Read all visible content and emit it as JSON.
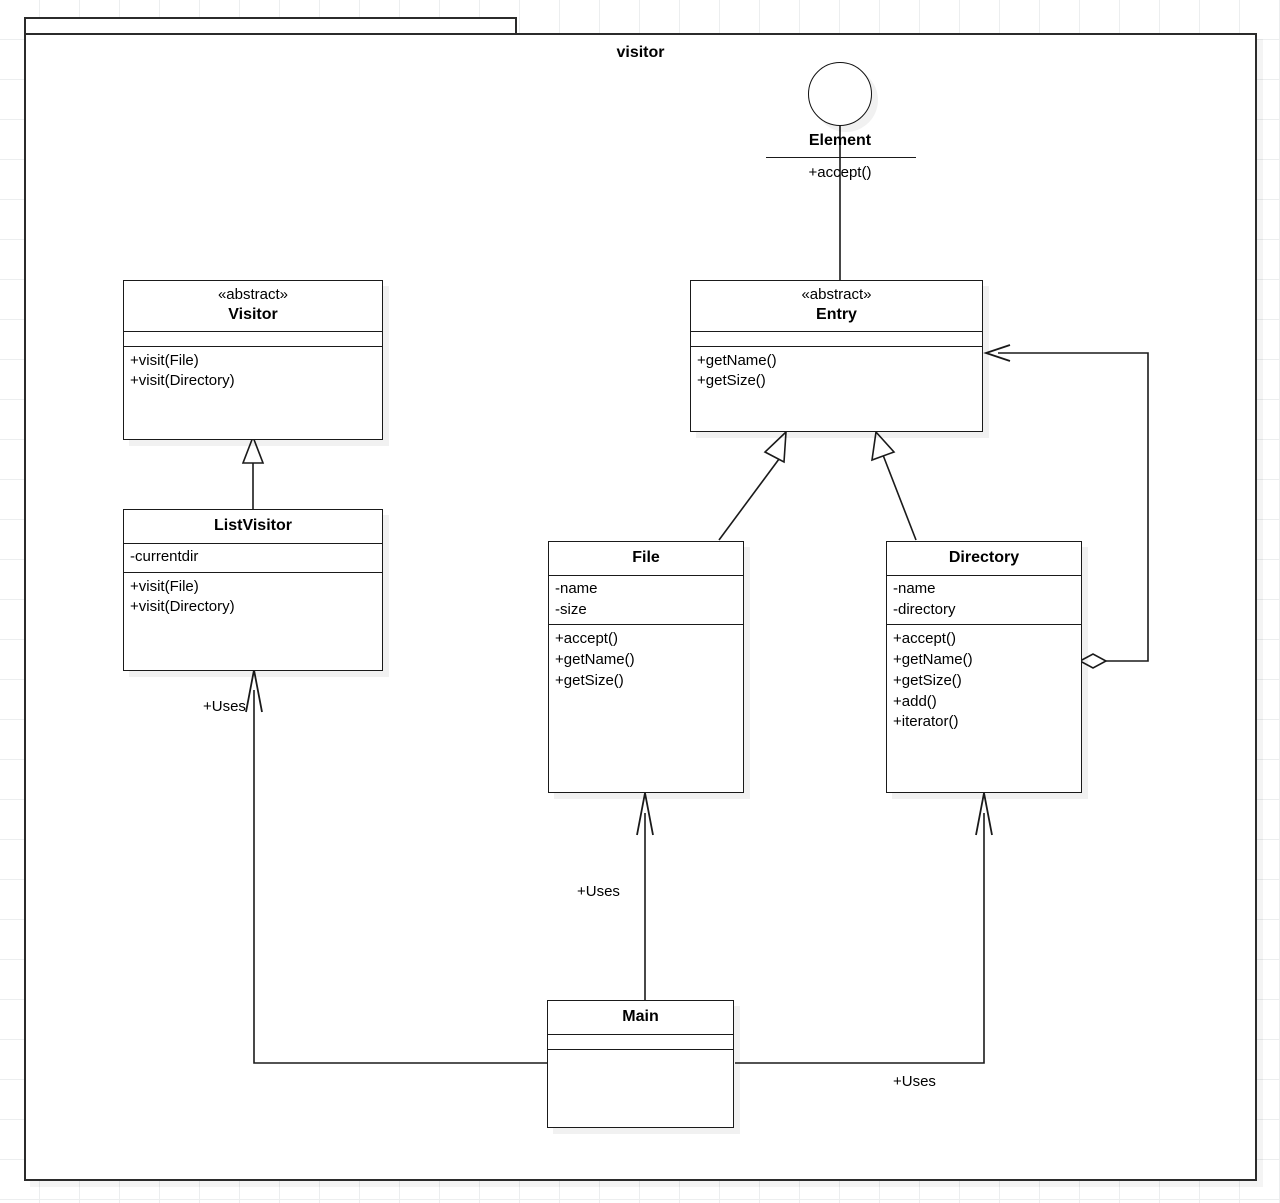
{
  "package": {
    "name": "visitor"
  },
  "interface_element": {
    "name": "Element",
    "operation": "+accept()",
    "shape": "circle-lollipop"
  },
  "classes": [
    {
      "id": "visitor",
      "stereotype": "«abstract»",
      "name": "Visitor",
      "attributes": [],
      "operations": [
        "+visit(File)",
        "+visit(Directory)"
      ]
    },
    {
      "id": "entry",
      "stereotype": "«abstract»",
      "name": "Entry",
      "attributes": [],
      "operations": [
        "+getName()",
        "+getSize()"
      ]
    },
    {
      "id": "listvisitor",
      "stereotype": "",
      "name": "ListVisitor",
      "attributes": [
        "-currentdir"
      ],
      "operations": [
        "+visit(File)",
        "+visit(Directory)"
      ]
    },
    {
      "id": "file",
      "stereotype": "",
      "name": "File",
      "attributes": [
        "-name",
        "-size"
      ],
      "operations": [
        "+accept()",
        "+getName()",
        "+getSize()"
      ]
    },
    {
      "id": "directory",
      "stereotype": "",
      "name": "Directory",
      "attributes": [
        "-name",
        "-directory"
      ],
      "operations": [
        "+accept()",
        "+getName()",
        "+getSize()",
        "+add()",
        "+iterator()"
      ]
    },
    {
      "id": "main",
      "stereotype": "",
      "name": "Main",
      "attributes": [],
      "operations": []
    }
  ],
  "relationships": [
    {
      "id": "element-entry",
      "from": "Element",
      "to": "Entry",
      "type": "realization-line",
      "label": ""
    },
    {
      "id": "listvisitor-visitor",
      "from": "ListVisitor",
      "to": "Visitor",
      "type": "generalization",
      "label": ""
    },
    {
      "id": "file-entry",
      "from": "File",
      "to": "Entry",
      "type": "generalization",
      "label": ""
    },
    {
      "id": "directory-entry",
      "from": "Directory",
      "to": "Entry",
      "type": "generalization",
      "label": ""
    },
    {
      "id": "directory-aggregates-entry",
      "from": "Directory",
      "to": "Entry",
      "type": "aggregation",
      "label": ""
    },
    {
      "id": "main-listvisitor",
      "from": "Main",
      "to": "ListVisitor",
      "type": "dependency",
      "label": "+Uses"
    },
    {
      "id": "main-file",
      "from": "Main",
      "to": "File",
      "type": "dependency",
      "label": "+Uses"
    },
    {
      "id": "main-directory",
      "from": "Main",
      "to": "Directory",
      "type": "dependency",
      "label": "+Uses"
    }
  ],
  "edge_labels": {
    "uses_listvisitor": "+Uses",
    "uses_file": "+Uses",
    "uses_directory": "+Uses"
  },
  "colors": {
    "line": "#1a1a1a",
    "package_border": "#2b2b2b",
    "background": "#ffffff",
    "grid": "#eceeef",
    "shadow": "rgba(0,0,0,0.05)"
  }
}
